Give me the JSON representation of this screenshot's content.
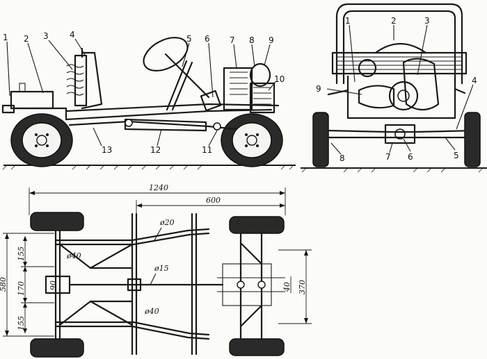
{
  "side_view": {
    "callouts": [
      "1",
      "2",
      "3",
      "4",
      "5",
      "6",
      "7",
      "8",
      "9",
      "10",
      "11",
      "12",
      "13"
    ]
  },
  "rear_view": {
    "callouts": [
      "1",
      "2",
      "3",
      "9",
      "4",
      "5",
      "6",
      "7",
      "8"
    ]
  },
  "plan_view": {
    "dimensions": {
      "overall_length": "1240",
      "rear_to_axle": "600",
      "tube_main": "ø20",
      "tube_cross": "ø40",
      "tube_mid": "ø15",
      "tube_lower": "ø40",
      "width_overall": "580",
      "seg_top": "155",
      "seg_mid": "170",
      "seg_bottom": "155",
      "hub": "90",
      "front_width": "370",
      "front_inner": "40"
    }
  },
  "colors": {
    "ink": "#1a1a1a",
    "paper": "#fbfbf8"
  }
}
